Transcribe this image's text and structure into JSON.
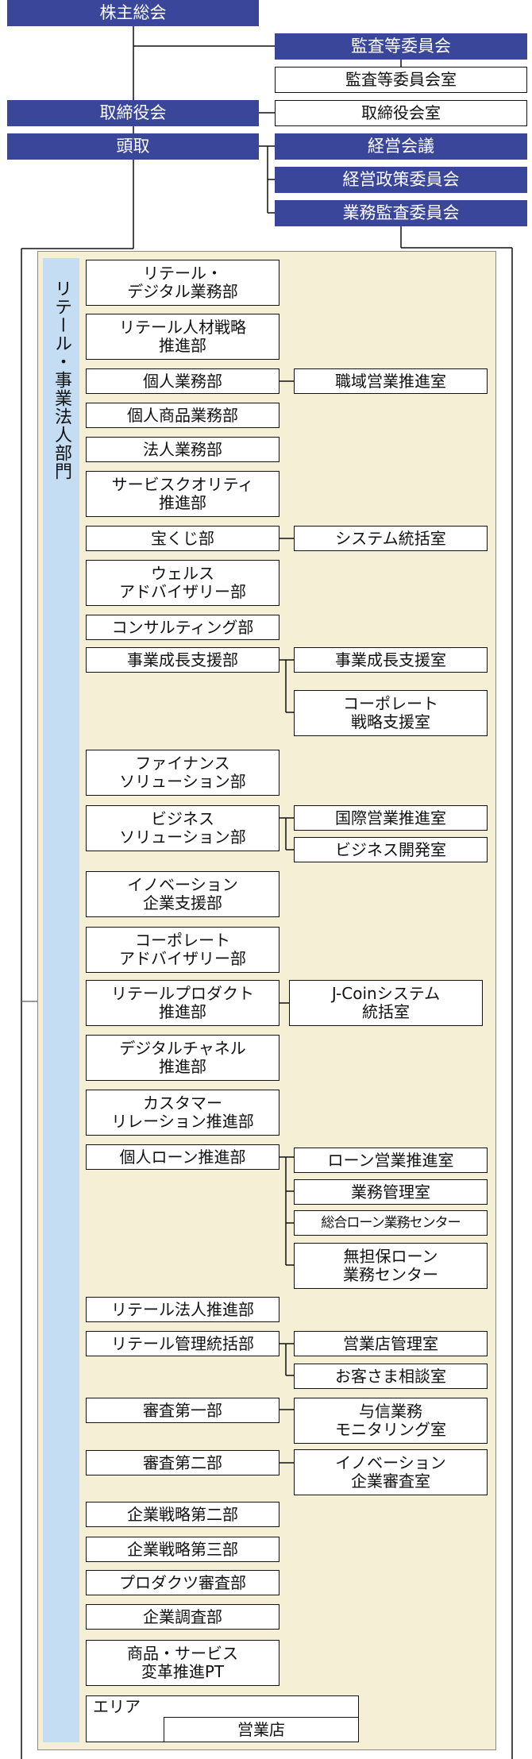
{
  "top": {
    "shareholders": "株主総会",
    "audit_committee": "監査等委員会",
    "audit_committee_office": "監査等委員会室",
    "board": "取締役会",
    "board_office": "取締役会室",
    "president": "頭取",
    "management_meeting": "経営会議",
    "management_policy_committee": "経営政策委員会",
    "internal_audit_committee": "業務監査委員会"
  },
  "division": {
    "title": "リテール・事業法人部門",
    "departments": [
      {
        "name": "リテール・\nデジタル業務部"
      },
      {
        "name": "リテール人材戦略\n推進部"
      },
      {
        "name": "個人業務部",
        "offices": [
          "職域営業推進室"
        ]
      },
      {
        "name": "個人商品業務部"
      },
      {
        "name": "法人業務部"
      },
      {
        "name": "サービスクオリティ\n推進部"
      },
      {
        "name": "宝くじ部",
        "offices": [
          "システム統括室"
        ]
      },
      {
        "name": "ウェルス\nアドバイザリー部"
      },
      {
        "name": "コンサルティング部"
      },
      {
        "name": "事業成長支援部",
        "offices": [
          "事業成長支援室",
          "コーポレート\n戦略支援室"
        ]
      },
      {
        "name": "ファイナンス\nソリューション部"
      },
      {
        "name": "ビジネス\nソリューション部",
        "offices": [
          "国際営業推進室",
          "ビジネス開発室"
        ]
      },
      {
        "name": "イノベーション\n企業支援部"
      },
      {
        "name": "コーポレート\nアドバイザリー部"
      },
      {
        "name": "リテールプロダクト\n推進部",
        "offices": [
          "J-Coinシステム\n統括室"
        ]
      },
      {
        "name": "デジタルチャネル\n推進部"
      },
      {
        "name": "カスタマー\nリレーション推進部"
      },
      {
        "name": "個人ローン推進部",
        "offices": [
          "ローン営業推進室",
          "業務管理室",
          "総合ローン業務センター",
          "無担保ローン\n業務センター"
        ]
      },
      {
        "name": "リテール法人推進部"
      },
      {
        "name": "リテール管理統括部",
        "offices": [
          "営業店管理室",
          "お客さま相談室"
        ]
      },
      {
        "name": "審査第一部",
        "offices": [
          "与信業務\nモニタリング室"
        ]
      },
      {
        "name": "審査第二部",
        "offices": [
          "イノベーション\n企業審査室"
        ]
      },
      {
        "name": "企業戦略第二部"
      },
      {
        "name": "企業戦略第三部"
      },
      {
        "name": "プロダクツ審査部"
      },
      {
        "name": "企業調査部"
      },
      {
        "name": "商品・サービス\n変革推進PT"
      }
    ],
    "area": {
      "label": "エリア",
      "branch": "営業店"
    }
  },
  "colors": {
    "navy": "#3a469a",
    "panel": "#f5efd6",
    "division_bar": "#c5ddf3"
  }
}
